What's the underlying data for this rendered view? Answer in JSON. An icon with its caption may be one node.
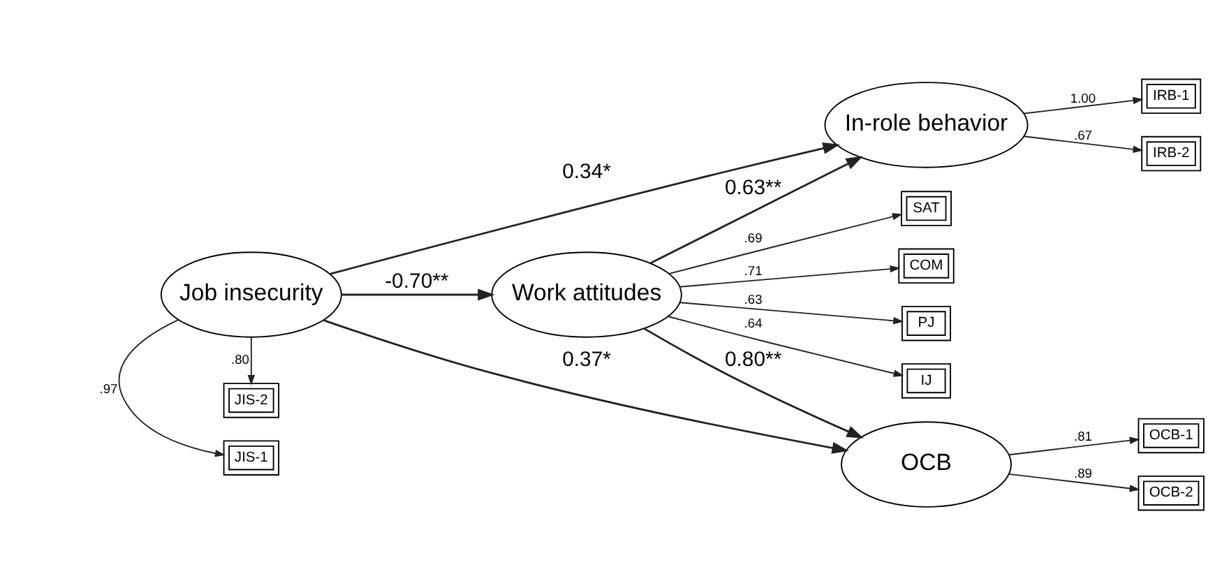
{
  "diagram": {
    "nodes": [
      {
        "text": [
          "Job insecurity"
        ]
      },
      {
        "text": [
          "Work attitudes"
        ]
      },
      {
        "text": [
          "In-role behavior"
        ]
      },
      {
        "text": [
          "OCB"
        ]
      },
      {
        "text": [
          "JIS-1"
        ]
      },
      {
        "text": [
          "JIS-2"
        ]
      },
      {
        "text": [
          "SAT"
        ]
      },
      {
        "text": [
          "COM"
        ]
      },
      {
        "text": [
          "PJ"
        ]
      },
      {
        "text": [
          "IJ"
        ]
      },
      {
        "text": [
          "IRB-1"
        ]
      },
      {
        "text": [
          "IRB-2"
        ]
      },
      {
        "text": [
          "OCB-1"
        ]
      },
      {
        "text": [
          "OCB-2"
        ]
      }
    ],
    "edges": [
      {
        "from": 0,
        "to": 2,
        "arrow": "to",
        "label": "0.34*"
      },
      {
        "from": 0,
        "to": 1,
        "arrow": "to",
        "label": "-0.70**"
      },
      {
        "from": 1,
        "to": 2,
        "arrow": "to",
        "label": "0.63**"
      },
      {
        "from": 1,
        "to": 3,
        "arrow": "to",
        "label": "0.80**"
      },
      {
        "from": 0,
        "to": 3,
        "arrow": "to",
        "label": "0.37*"
      },
      {
        "from": 0,
        "to": 4,
        "arrow": "to",
        "label": ".97"
      },
      {
        "from": 0,
        "to": 5,
        "arrow": "to",
        "label": ".80"
      },
      {
        "from": 1,
        "to": 6,
        "arrow": "to",
        "label": ".69"
      },
      {
        "from": 1,
        "to": 7,
        "arrow": "to",
        "label": ".71"
      },
      {
        "from": 1,
        "to": 8,
        "arrow": "to",
        "label": ".63"
      },
      {
        "from": 1,
        "to": 9,
        "arrow": "to",
        "label": ".64"
      },
      {
        "from": 2,
        "to": 10,
        "arrow": "to",
        "label": "1.00"
      },
      {
        "from": 2,
        "to": 11,
        "arrow": "to",
        "label": ".67"
      },
      {
        "from": 3,
        "to": 12,
        "arrow": "to",
        "label": ".81"
      },
      {
        "from": 3,
        "to": 13,
        "arrow": "to",
        "label": ".89"
      }
    ]
  }
}
